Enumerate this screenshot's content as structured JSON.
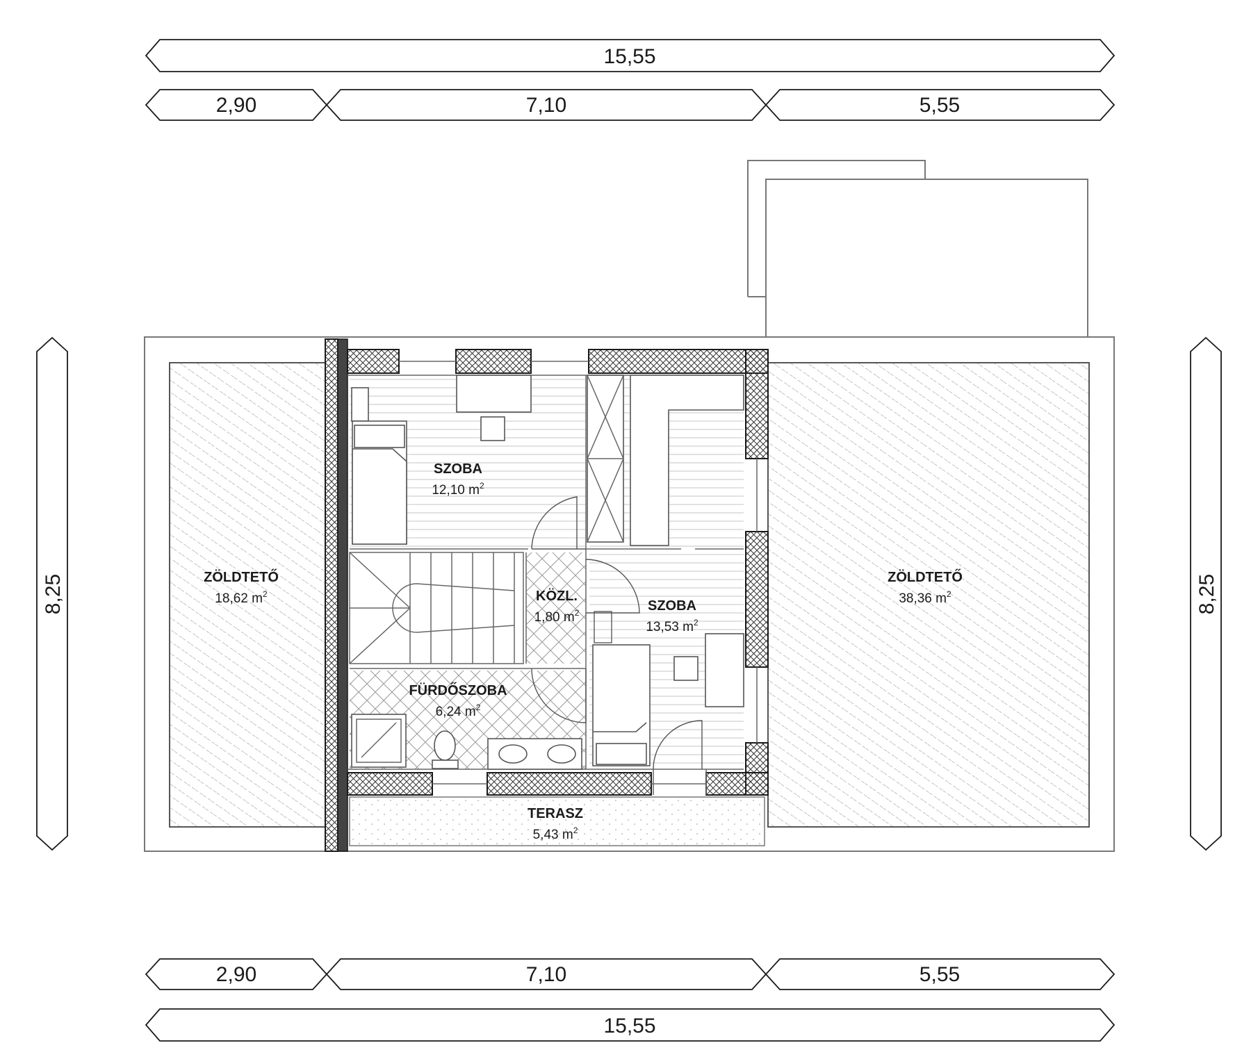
{
  "dimensions": {
    "top_total": "15,55",
    "top_segments": [
      "2,90",
      "7,10",
      "5,55"
    ],
    "bottom_segments": [
      "2,90",
      "7,10",
      "5,55"
    ],
    "bottom_total": "15,55",
    "left_height": "8,25",
    "right_height": "8,25"
  },
  "area_unit": "m",
  "area_exponent": "2",
  "rooms": [
    {
      "id": "zoldteto-left",
      "name": "ZÖLDTETŐ",
      "area": "18,62"
    },
    {
      "id": "szoba-top",
      "name": "SZOBA",
      "area": "12,10"
    },
    {
      "id": "kozl",
      "name": "KÖZL.",
      "area": "1,80"
    },
    {
      "id": "szoba-right",
      "name": "SZOBA",
      "area": "13,53"
    },
    {
      "id": "furdoszoba",
      "name": "FÜRDŐSZOBA",
      "area": "6,24"
    },
    {
      "id": "terasz",
      "name": "TERASZ",
      "area": "5,43"
    },
    {
      "id": "zoldteto-right",
      "name": "ZÖLDTETŐ",
      "area": "38,36"
    }
  ]
}
